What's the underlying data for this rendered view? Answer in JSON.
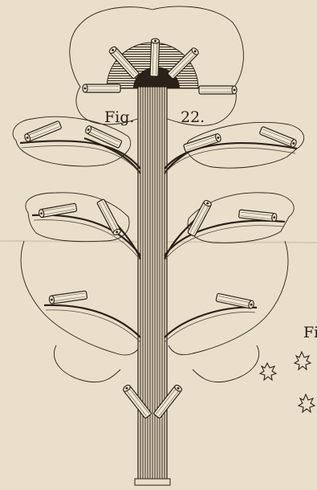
{
  "figure": {
    "label_prefix": "Fig.",
    "label_number": "22.",
    "partial_label": "Fi"
  },
  "colors": {
    "paper": "#e9dfcb",
    "ink": "#2a2118",
    "hatch": "#4a3f33"
  },
  "icons": [
    "firework-tree-engraving",
    "star-spark-icon"
  ]
}
